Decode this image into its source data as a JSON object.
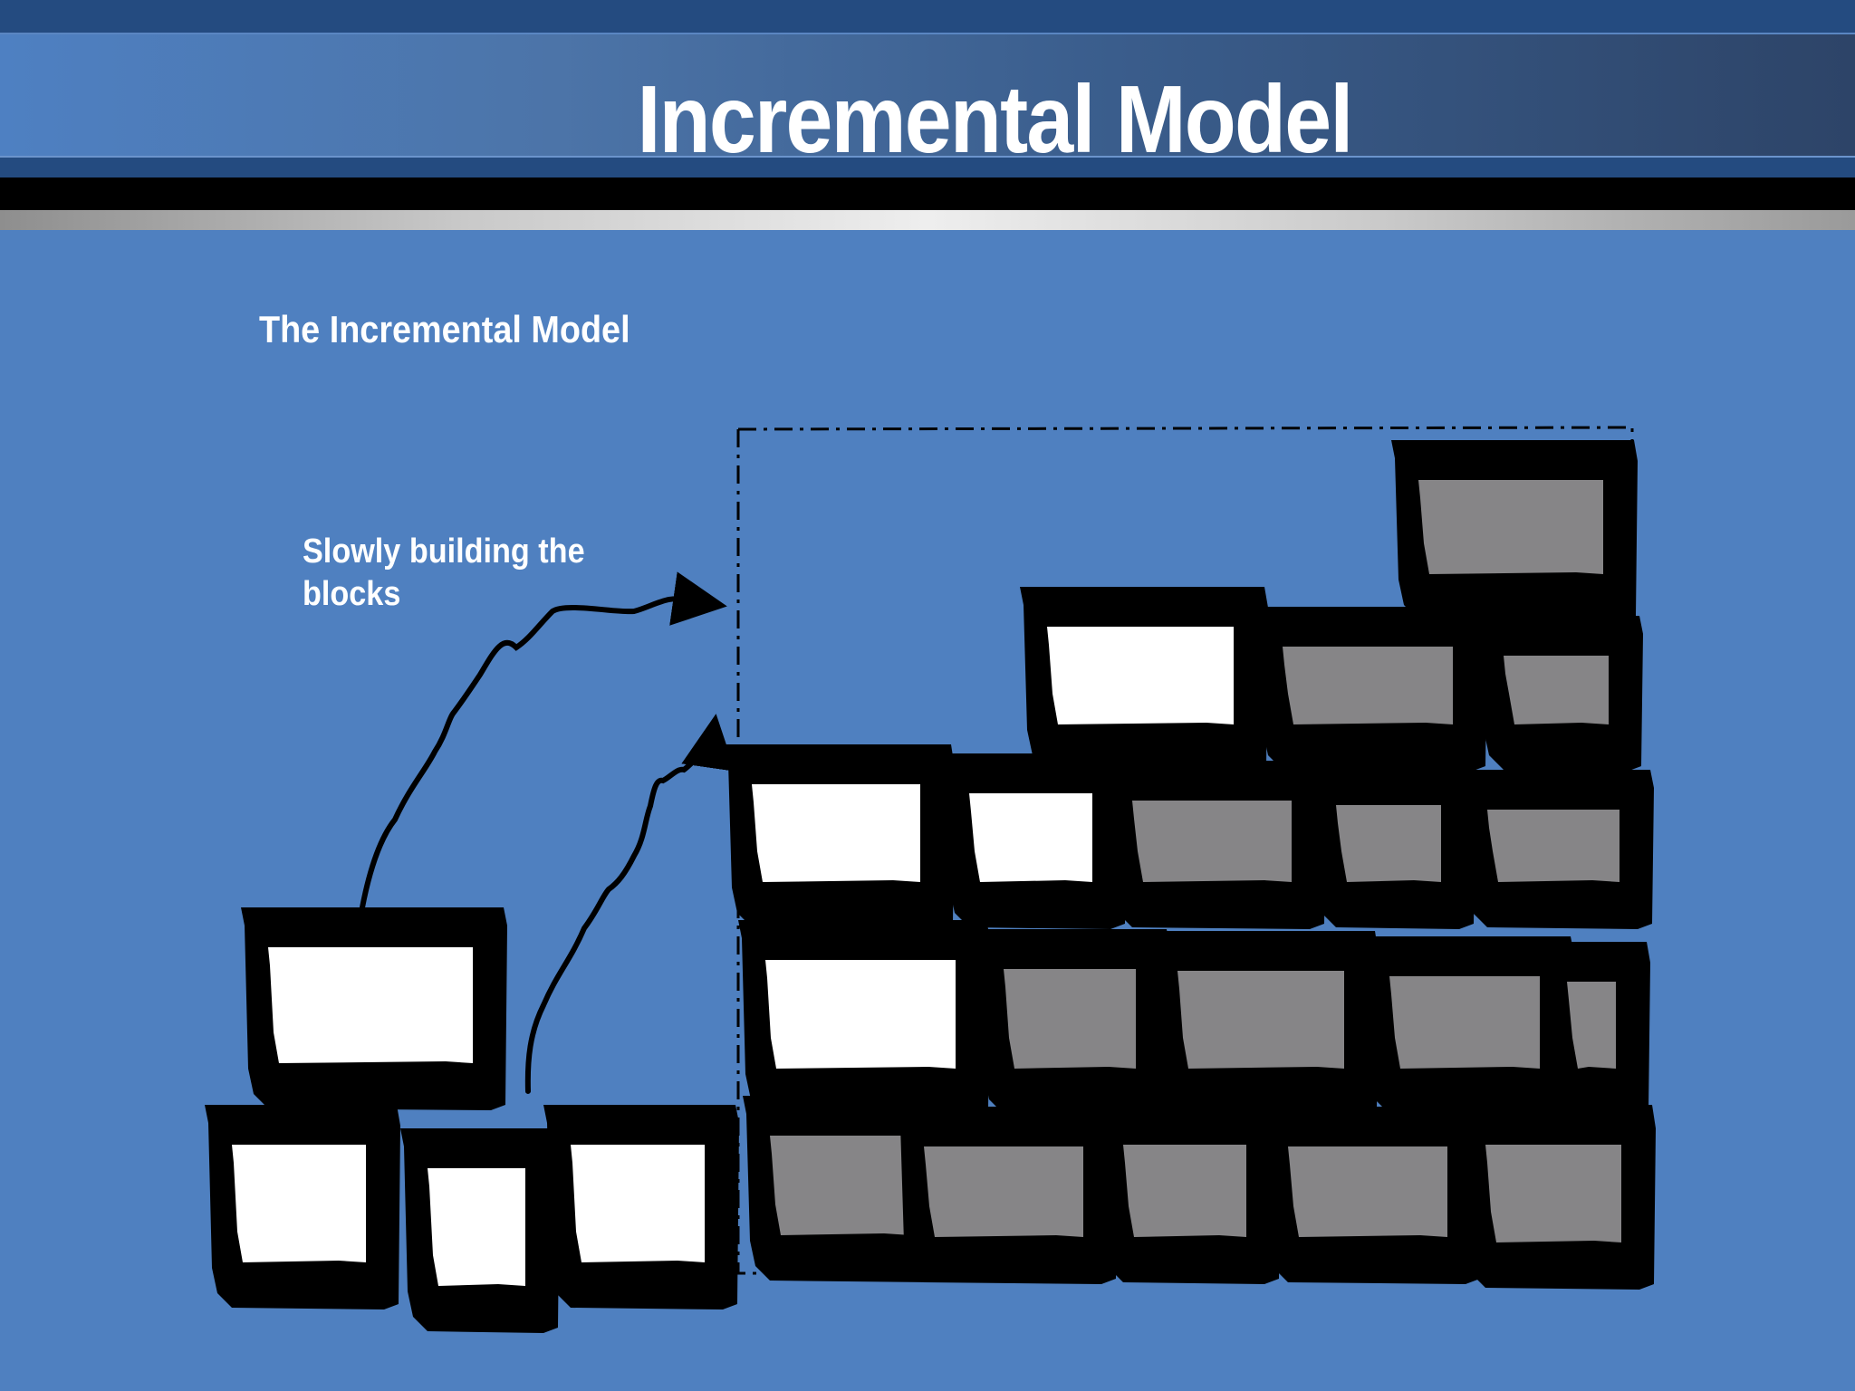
{
  "slide": {
    "title": "Incremental Model",
    "subtitle": "The Incremental Model",
    "caption": "Slowly building the blocks"
  },
  "colors": {
    "background": "#4f80c0",
    "header_dark": "#244b80",
    "block_outline": "#000000",
    "block_new": "#ffffff",
    "block_built": "#868587"
  },
  "icons": [
    "arrow-right-icon"
  ]
}
